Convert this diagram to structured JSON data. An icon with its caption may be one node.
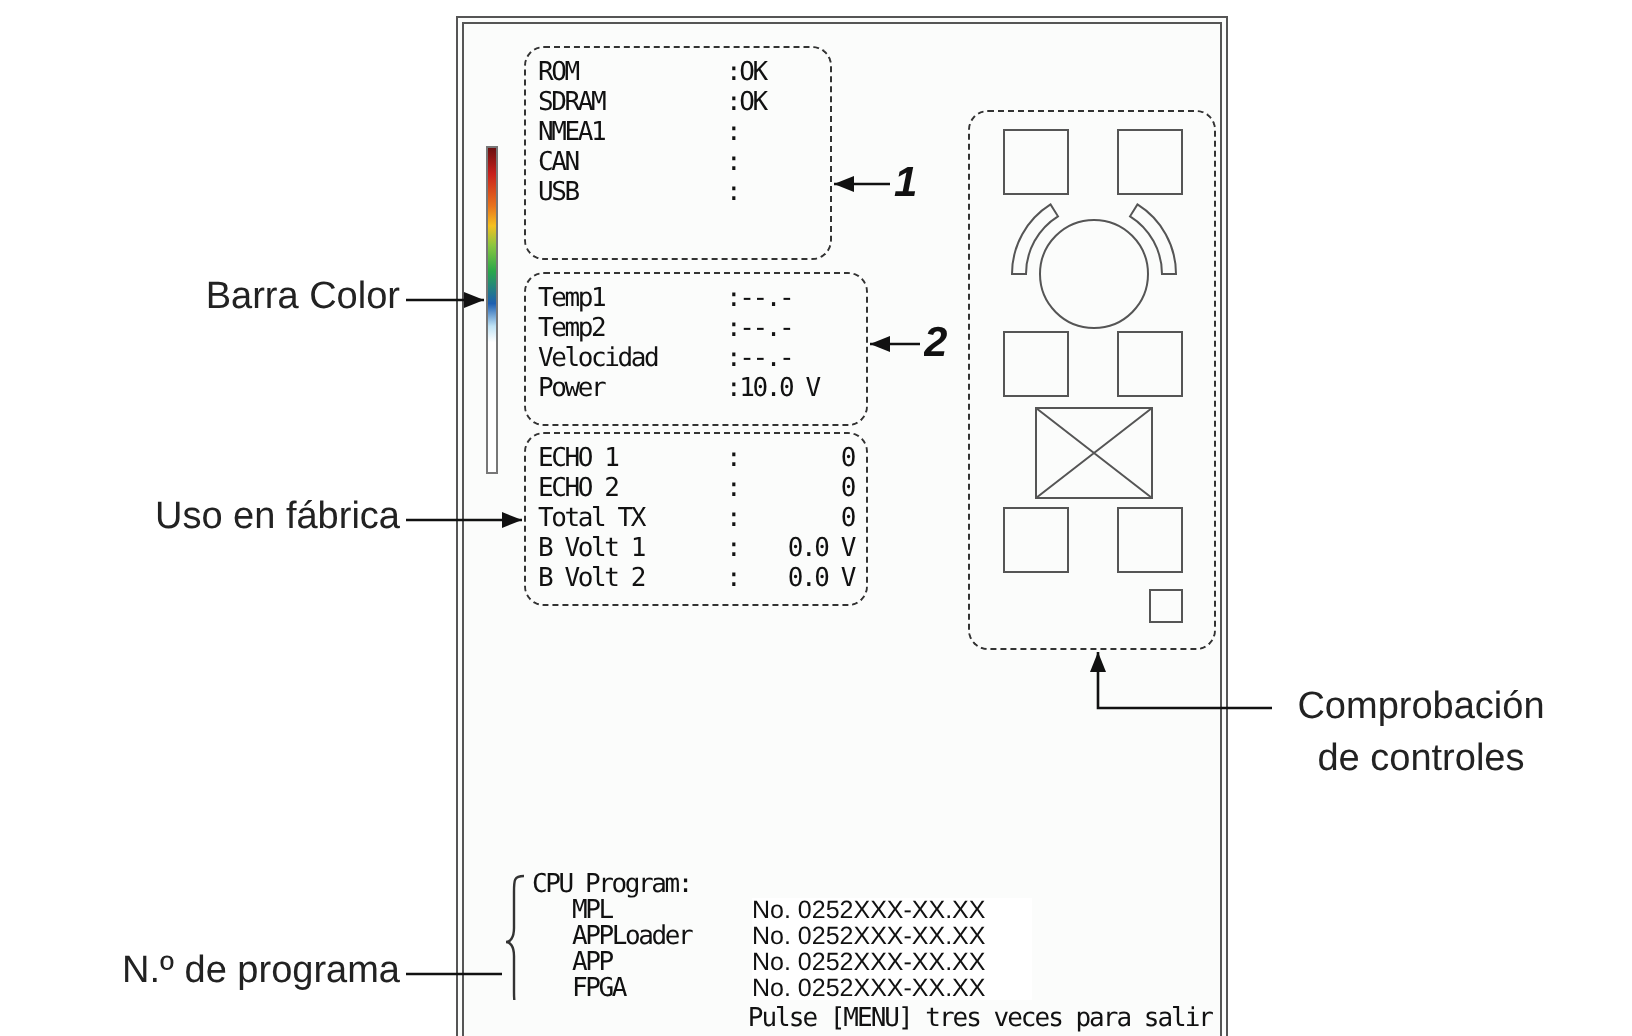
{
  "diagram": {
    "nodes": [
      {
        "text": [
          "Pulse [MENU] tres veces para salir"
        ]
      },
      {
        "text": [
          "ROM",
          ":OK",
          "SDRAM",
          ":OK",
          "NMEA1",
          ":",
          "CAN",
          ":",
          "USB",
          ":"
        ],
        "in": 0
      },
      {
        "text": [
          "Temp1",
          ":--.-",
          "Temp2",
          ":--.-",
          "Velocidad",
          ":--.-",
          "Power",
          ":10.0 V"
        ],
        "in": 0
      },
      {
        "text": [
          "ECHO 1",
          ":",
          "0",
          "ECHO 2",
          ":",
          "0",
          "Total TX",
          ":",
          "0",
          "B Volt 1",
          ":",
          "0.0 V",
          "B Volt 2",
          ":",
          "0.0 V"
        ],
        "in": 0
      },
      {
        "text": [],
        "shape": "box",
        "in": 0
      },
      {
        "text": [],
        "shape": "bar",
        "in": 0
      },
      {
        "text": [
          "CPU Program:",
          "MPL",
          "No. 0252XXX-XX.XX",
          "APPLoader",
          "No. 0252XXX-XX.XX",
          "APP",
          "No. 0252XXX-XX.XX",
          "FPGA",
          "No. 0252XXX-XX.XX"
        ],
        "in": 0
      },
      {
        "text": [
          "Barra Color"
        ]
      },
      {
        "text": [
          "Uso en fábrica"
        ]
      },
      {
        "text": [
          "N.º de programa"
        ]
      },
      {
        "text": [
          "Comprobación de controles"
        ]
      },
      {
        "text": [
          "1"
        ],
        "in": 0
      },
      {
        "text": [
          "2"
        ],
        "in": 0
      }
    ],
    "edges": [
      {
        "from": 7,
        "to": 5,
        "arrow": "to"
      },
      {
        "from": 8,
        "to": 3,
        "arrow": "to"
      },
      {
        "from": 9,
        "to": 6,
        "arrow": "none"
      },
      {
        "from": 10,
        "to": 4,
        "arrow": "to"
      },
      {
        "from": 11,
        "to": 1,
        "arrow": "to"
      },
      {
        "from": 12,
        "to": 2,
        "arrow": "to"
      }
    ]
  }
}
